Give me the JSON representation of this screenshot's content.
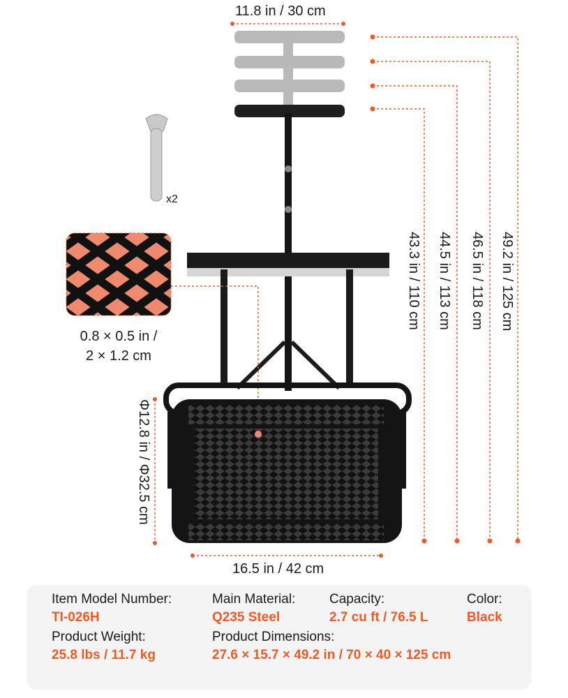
{
  "dimensions": {
    "handle_width": "11.8 in / 30 cm",
    "height_1": "43.3 in / 110 cm",
    "height_2": "44.5 in / 113 cm",
    "height_3": "46.5 in / 118 cm",
    "height_4": "49.2 in / 125 cm",
    "drum_diameter": "Φ12.8 in / Φ32.5 cm",
    "drum_length": "16.5 in / 42 cm",
    "mesh_line1": "0.8 × 0.5 in /",
    "mesh_line2": "2 × 1.2 cm"
  },
  "accessory": {
    "wrench_count": "x2"
  },
  "specs": {
    "model_label": "Item Model Number:",
    "model_value": "TI-026H",
    "material_label": "Main Material:",
    "material_value": "Q235 Steel",
    "capacity_label": "Capacity:",
    "capacity_value": "2.7 cu ft / 76.5 L",
    "color_label": "Color:",
    "color_value": "Black",
    "weight_label": "Product Weight:",
    "weight_value": "25.8 lbs / 11.7 kg",
    "dimensions_label": "Product Dimensions:",
    "dimensions_value": "27.6 × 15.7 × 49.2 in / 70 × 40 × 125 cm"
  },
  "colors": {
    "accent": "#ee5a24",
    "dark": "#1a1a1a",
    "panel": "#f4f4f4"
  }
}
